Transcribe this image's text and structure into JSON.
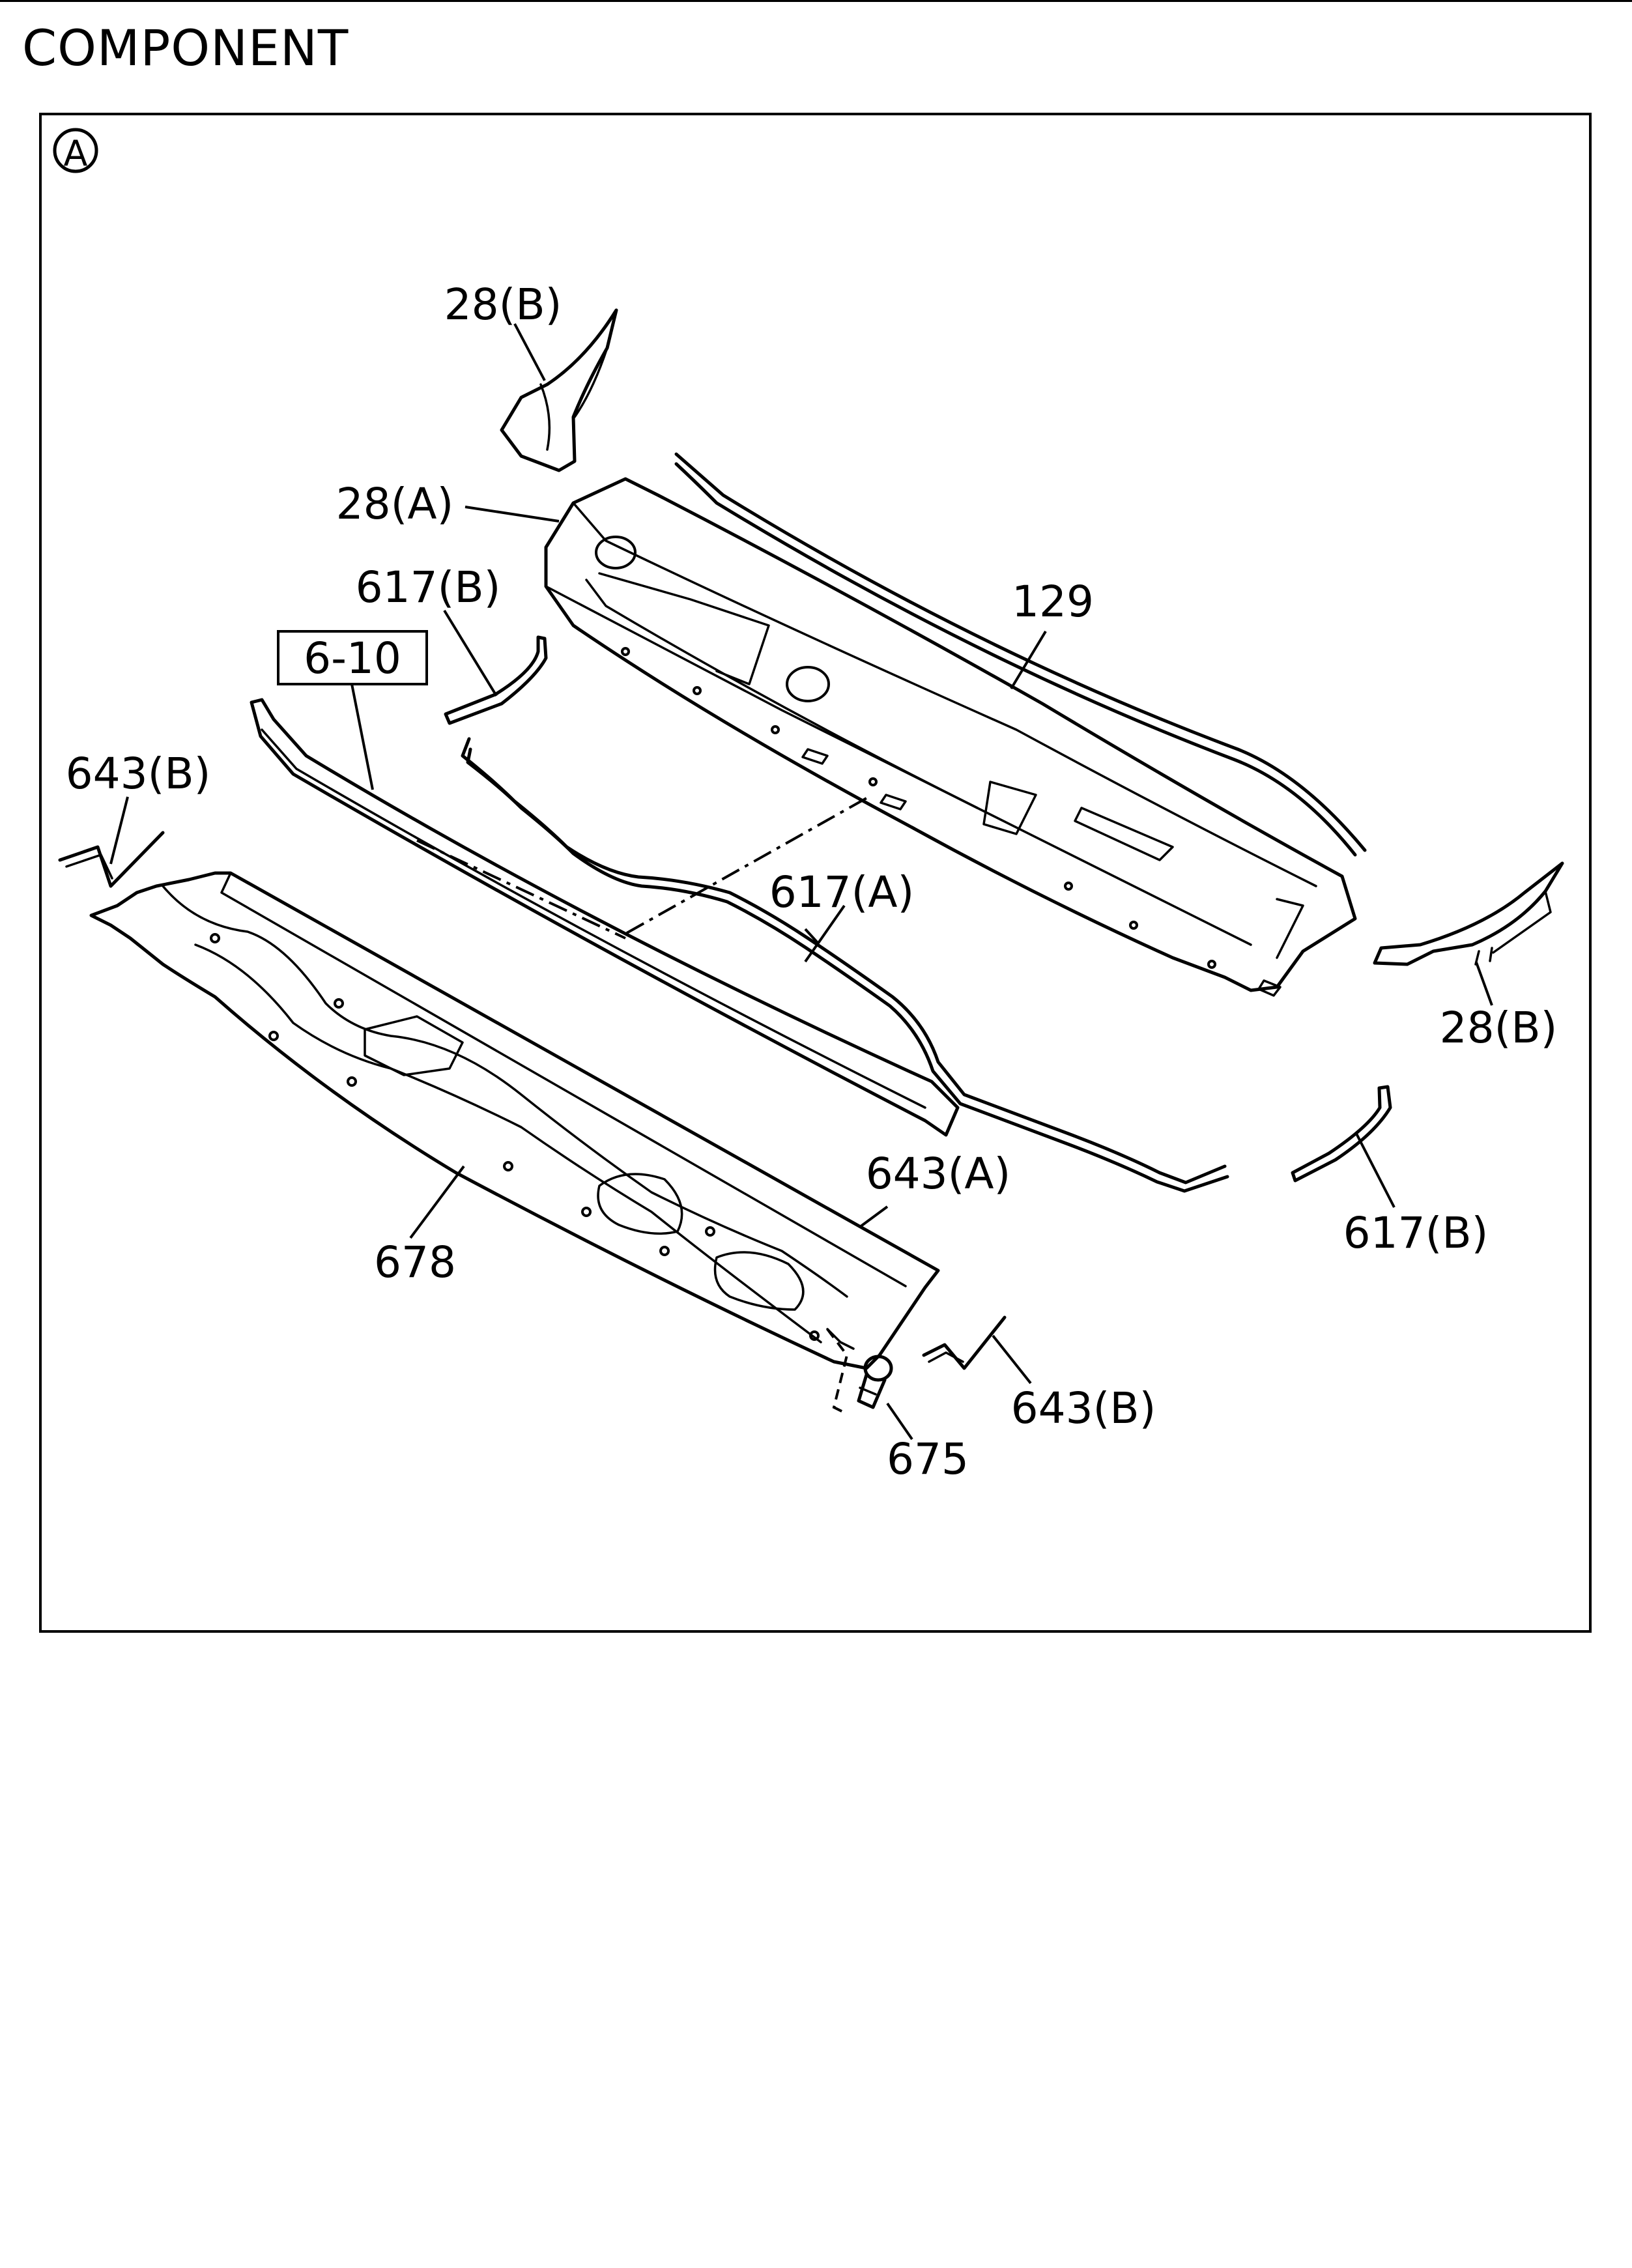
{
  "page": {
    "title": "COMPONENT",
    "view_marker": "A"
  },
  "callouts": {
    "part_28b_top": "28(B)",
    "part_28a": "28(A)",
    "part_617b_left": "617(B)",
    "part_6_10": "6-10",
    "part_129": "129",
    "part_643b_left": "643(B)",
    "part_617a": "617(A)",
    "part_28b_right": "28(B)",
    "part_643a": "643(A)",
    "part_617b_right": "617(B)",
    "part_678": "678",
    "part_643b_bottom": "643(B)",
    "part_675": "675"
  },
  "colors": {
    "line": "#000000",
    "background": "#ffffff"
  }
}
